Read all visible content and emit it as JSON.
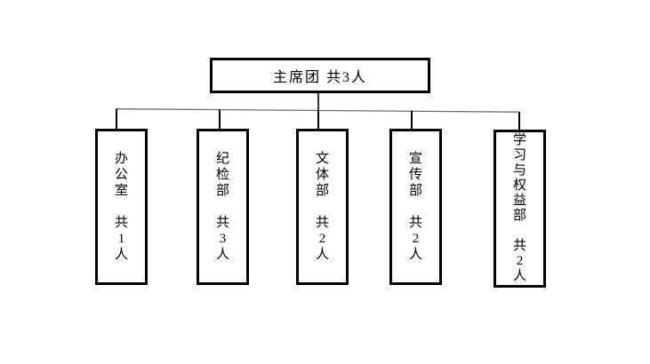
{
  "org_chart": {
    "root": {
      "name": "主席团",
      "count": "共3人",
      "label": "主席团 共3人"
    },
    "departments": [
      {
        "name": "办公室",
        "count": "共1人",
        "vertical_text": "办\n公\n室\n\n共\n1\n人"
      },
      {
        "name": "纪检部",
        "count": "共3人",
        "vertical_text": "纪\n检\n部\n\n共\n3\n人"
      },
      {
        "name": "文体部",
        "count": "共2人",
        "vertical_text": "文\n体\n部\n\n共\n2\n人"
      },
      {
        "name": "宣传部",
        "count": "共2人",
        "vertical_text": "宣\n传\n部\n\n共\n2\n人"
      },
      {
        "name": "学习与权益部",
        "count": "共2人",
        "vertical_text": "学\n习\n与\n权\n益\n部\n\n共\n2\n人"
      }
    ],
    "colors": {
      "background": "#ffffff",
      "box_border": "#000000",
      "text": "#000000",
      "drop_connector": "#000000",
      "horizontal_rail": "#6d6d6d"
    }
  }
}
